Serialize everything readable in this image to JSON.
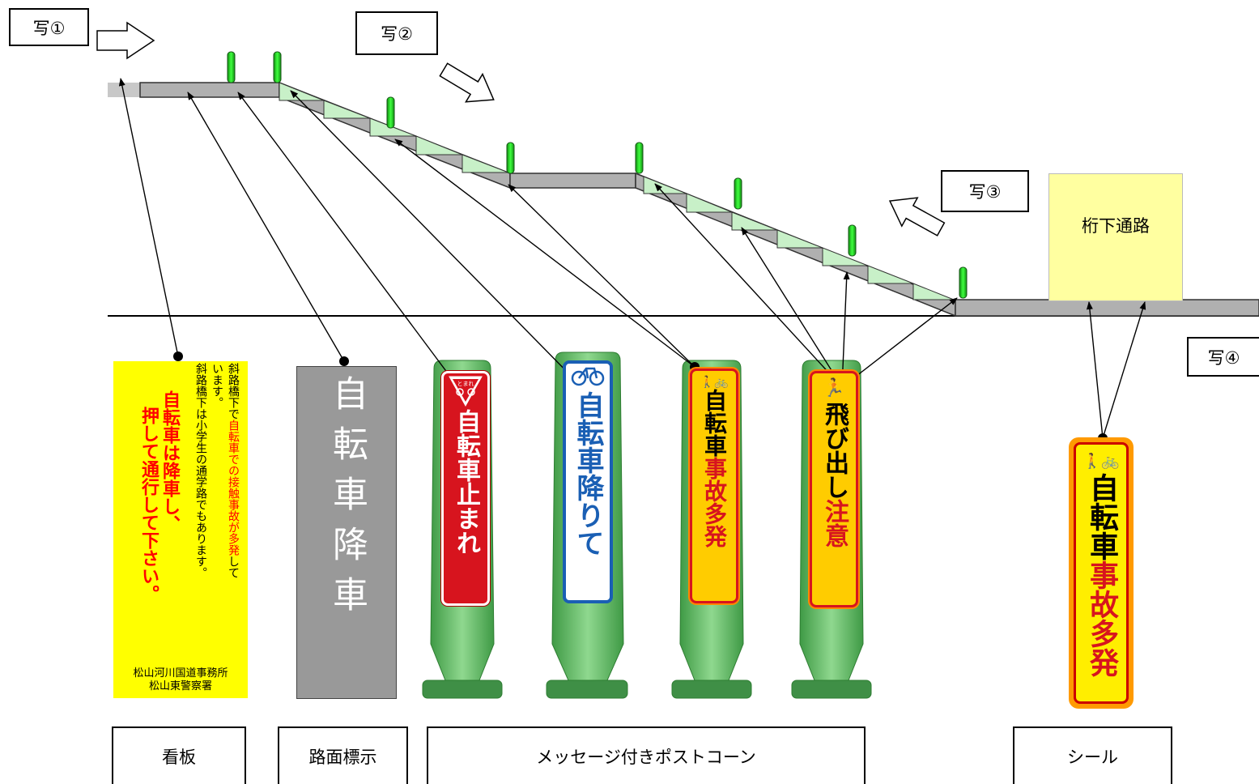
{
  "photo_labels": {
    "p1": "写①",
    "p2": "写②",
    "p3": "写③",
    "p4": "写④"
  },
  "underpass_label": "桁下通路",
  "signboard": {
    "notice_line1_a": "斜路橋下で",
    "notice_line1_b": "自転車での接触事故が多発",
    "notice_line1_c": "して",
    "notice_line2": "います。",
    "notice_line3": "斜路橋下は小学生の通学路でもあります。",
    "main_line1": "自転車は降車し、",
    "main_line2": "押して通行して下さい。",
    "issuer1": "松山河川国道事務所",
    "issuer2": "松山東警察署"
  },
  "road_marking_text": "自転車降車",
  "post_cones": [
    {
      "icon_text": "とまれ",
      "text": "自転車止まれ",
      "bg": "#d7141e",
      "fg": "#ffffff"
    },
    {
      "text": "自転車降りて",
      "bg": "#ffffff",
      "fg": "#1a5fb4"
    },
    {
      "text_black": "自転車",
      "text_red": "事故多発",
      "bg": "#ffcc00",
      "fg": "#000000"
    },
    {
      "text_black": "飛び出し",
      "text_red": "注意",
      "bg": "#ffcc00",
      "fg": "#000000"
    }
  ],
  "seal": {
    "text_black": "自転車",
    "text_red": "事故多発"
  },
  "bottom_labels": {
    "signboard": "看板",
    "road": "路面標示",
    "cones": "メッセージ付きポストコーン",
    "seal": "シール"
  },
  "colors": {
    "ramp": "#b0b0b0",
    "stair_tread": "#c8f0c8",
    "post": "#22cc22",
    "board": "#ffff00",
    "cone_green": "#5fb85f"
  }
}
